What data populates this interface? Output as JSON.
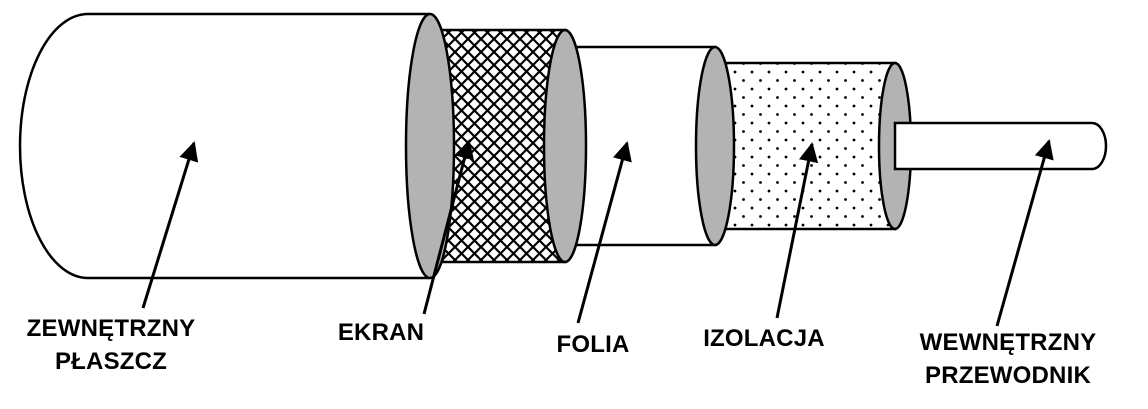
{
  "diagram": {
    "type": "coaxial-cable-cutaway",
    "labels": {
      "outer_jacket": {
        "line1": "ZEWNĘTRZNY",
        "line2": "PŁASZCZ"
      },
      "shield": {
        "label": "EKRAN"
      },
      "foil": {
        "label": "FOLIA"
      },
      "insulation": {
        "label": "IZOLACJA"
      },
      "inner_conductor": {
        "line1": "WEWNĘTRZNY",
        "line2": "PRZEWODNIK"
      }
    },
    "colors": {
      "background": "#ffffff",
      "outline": "#000000",
      "cut_face_gray": "#b3b3b3"
    }
  }
}
